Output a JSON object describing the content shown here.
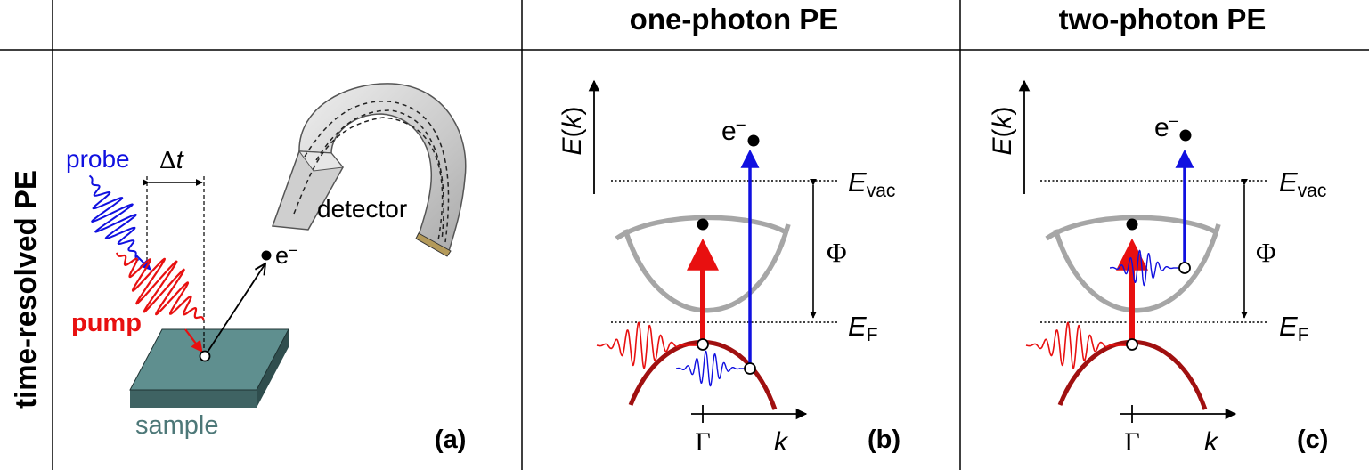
{
  "header": {
    "col_b": "one-photon PE",
    "col_c": "two-photon PE",
    "row_label": "time-resolved PE"
  },
  "panel_a": {
    "probe": "probe",
    "pump": "pump",
    "delta_t_symbol": "Δ",
    "delta_t_var": "t",
    "detector": "detector",
    "electron": "e",
    "electron_sup": "–",
    "sample": "sample",
    "tag": "(a)"
  },
  "panel_b": {
    "ek_E": "E",
    "ek_open": "(",
    "ek_k": "k",
    "ek_close": ")",
    "electron": "e",
    "electron_sup": "–",
    "evac_E": "E",
    "evac_sub": "vac",
    "phi": "Φ",
    "ef_E": "E",
    "ef_sub": "F",
    "gamma": "Γ",
    "k": "k",
    "tag": "(b)"
  },
  "panel_c": {
    "ek_E": "E",
    "ek_open": "(",
    "ek_k": "k",
    "ek_close": ")",
    "electron": "e",
    "electron_sup": "–",
    "evac_E": "E",
    "evac_sub": "vac",
    "phi": "Φ",
    "ef_E": "E",
    "ef_sub": "F",
    "gamma": "Γ",
    "k": "k",
    "tag": "(c)"
  },
  "colors": {
    "probe": "#1010e0",
    "pump": "#e81010",
    "valence_band": "#a01010",
    "conduction_band": "#a6a6a6",
    "sample_top": "#5f8f8f",
    "sample_side": "#3f6363",
    "sample_text": "#4d7878",
    "detector": "#c8c8c8",
    "detector_slit": "#b49a5a"
  }
}
